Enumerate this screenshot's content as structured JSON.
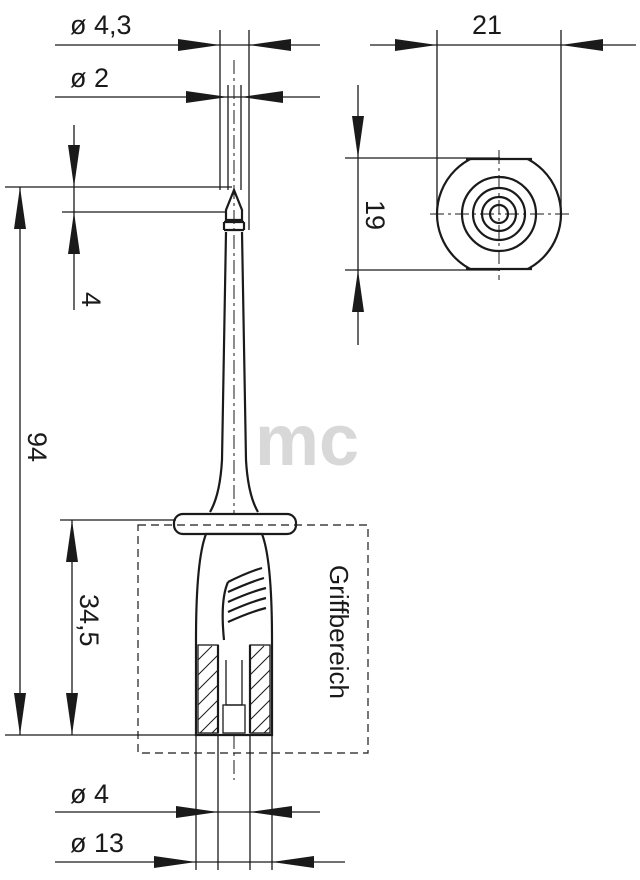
{
  "dimensions": {
    "dia_tip_outer": "ø 4,3",
    "dia_tip_inner": "ø 2",
    "width_top": "21",
    "height_top": "19",
    "tip_length": "4",
    "total_length": "94",
    "grip_length": "34,5",
    "dia_socket": "ø 4",
    "dia_grip": "ø 13"
  },
  "labels": {
    "grip_area": "Griffbereich"
  },
  "watermark": {
    "text": "mc"
  }
}
